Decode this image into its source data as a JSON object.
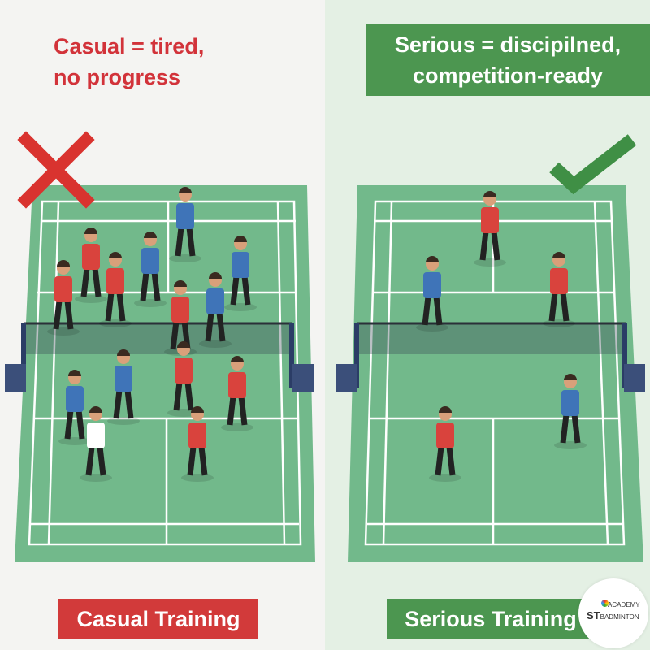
{
  "left": {
    "headline": [
      "Casual = tired,",
      "no progress"
    ],
    "label": "Casual Training",
    "mark_icon": "cross-icon",
    "accent": "#d2333a"
  },
  "right": {
    "headline": [
      "Serious = discipilned,",
      "competition-ready"
    ],
    "label": "Serious Training",
    "mark_icon": "checkmark-icon",
    "accent": "#4c9650"
  },
  "logo": {
    "line1": "ACADEMY",
    "line2": "ST",
    "line3": "BADMINTON"
  },
  "colors": {
    "court": "#72b98b",
    "court_lines": "#ffffff",
    "shirt_red": "#d9433d",
    "shirt_blue": "#3f74b8"
  }
}
